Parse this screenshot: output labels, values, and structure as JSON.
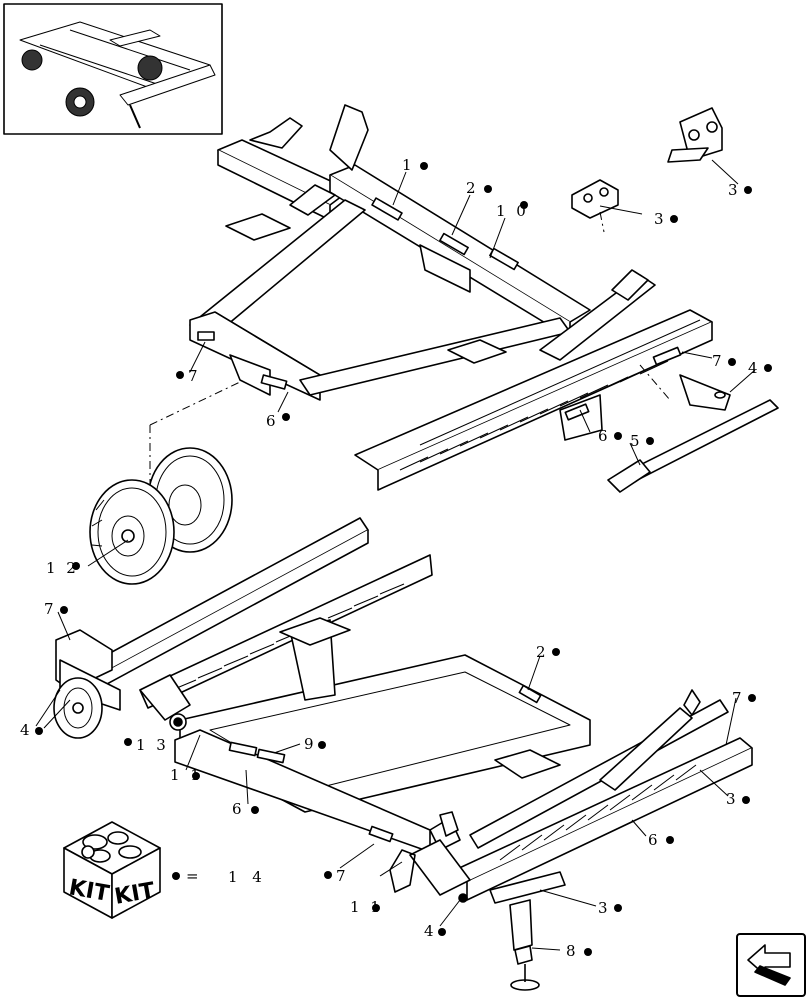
{
  "callouts": {
    "c1": "1",
    "c2_top": "2",
    "c10": "1 0",
    "c3_a": "3",
    "c3_b": "3",
    "c7_left_top": "7",
    "c7_right_top": "7",
    "c4_right": "4",
    "c6_top_left": "6",
    "c6_top_mid": "6",
    "c5": "5",
    "c12": "1 2",
    "c7_left_low": "7",
    "c4_left_low": "4",
    "c13": "1 3",
    "c11_a": "1 1",
    "c9": "9",
    "c6_low_left": "6",
    "c2_low": "2",
    "c7_low_right": "7",
    "c3_low_right": "3",
    "c6_low_right": "6",
    "c7_low_mid": "7",
    "c11_b": "1 1",
    "c3_bottom": "3",
    "c4_bottom": "4",
    "c8": "8"
  },
  "kit": {
    "label_left": "KIT",
    "label_right": "KIT",
    "equals": "=",
    "number": "1 4"
  },
  "icons": {
    "marker": "filled-dot",
    "nav": "return-arrow-icon"
  }
}
